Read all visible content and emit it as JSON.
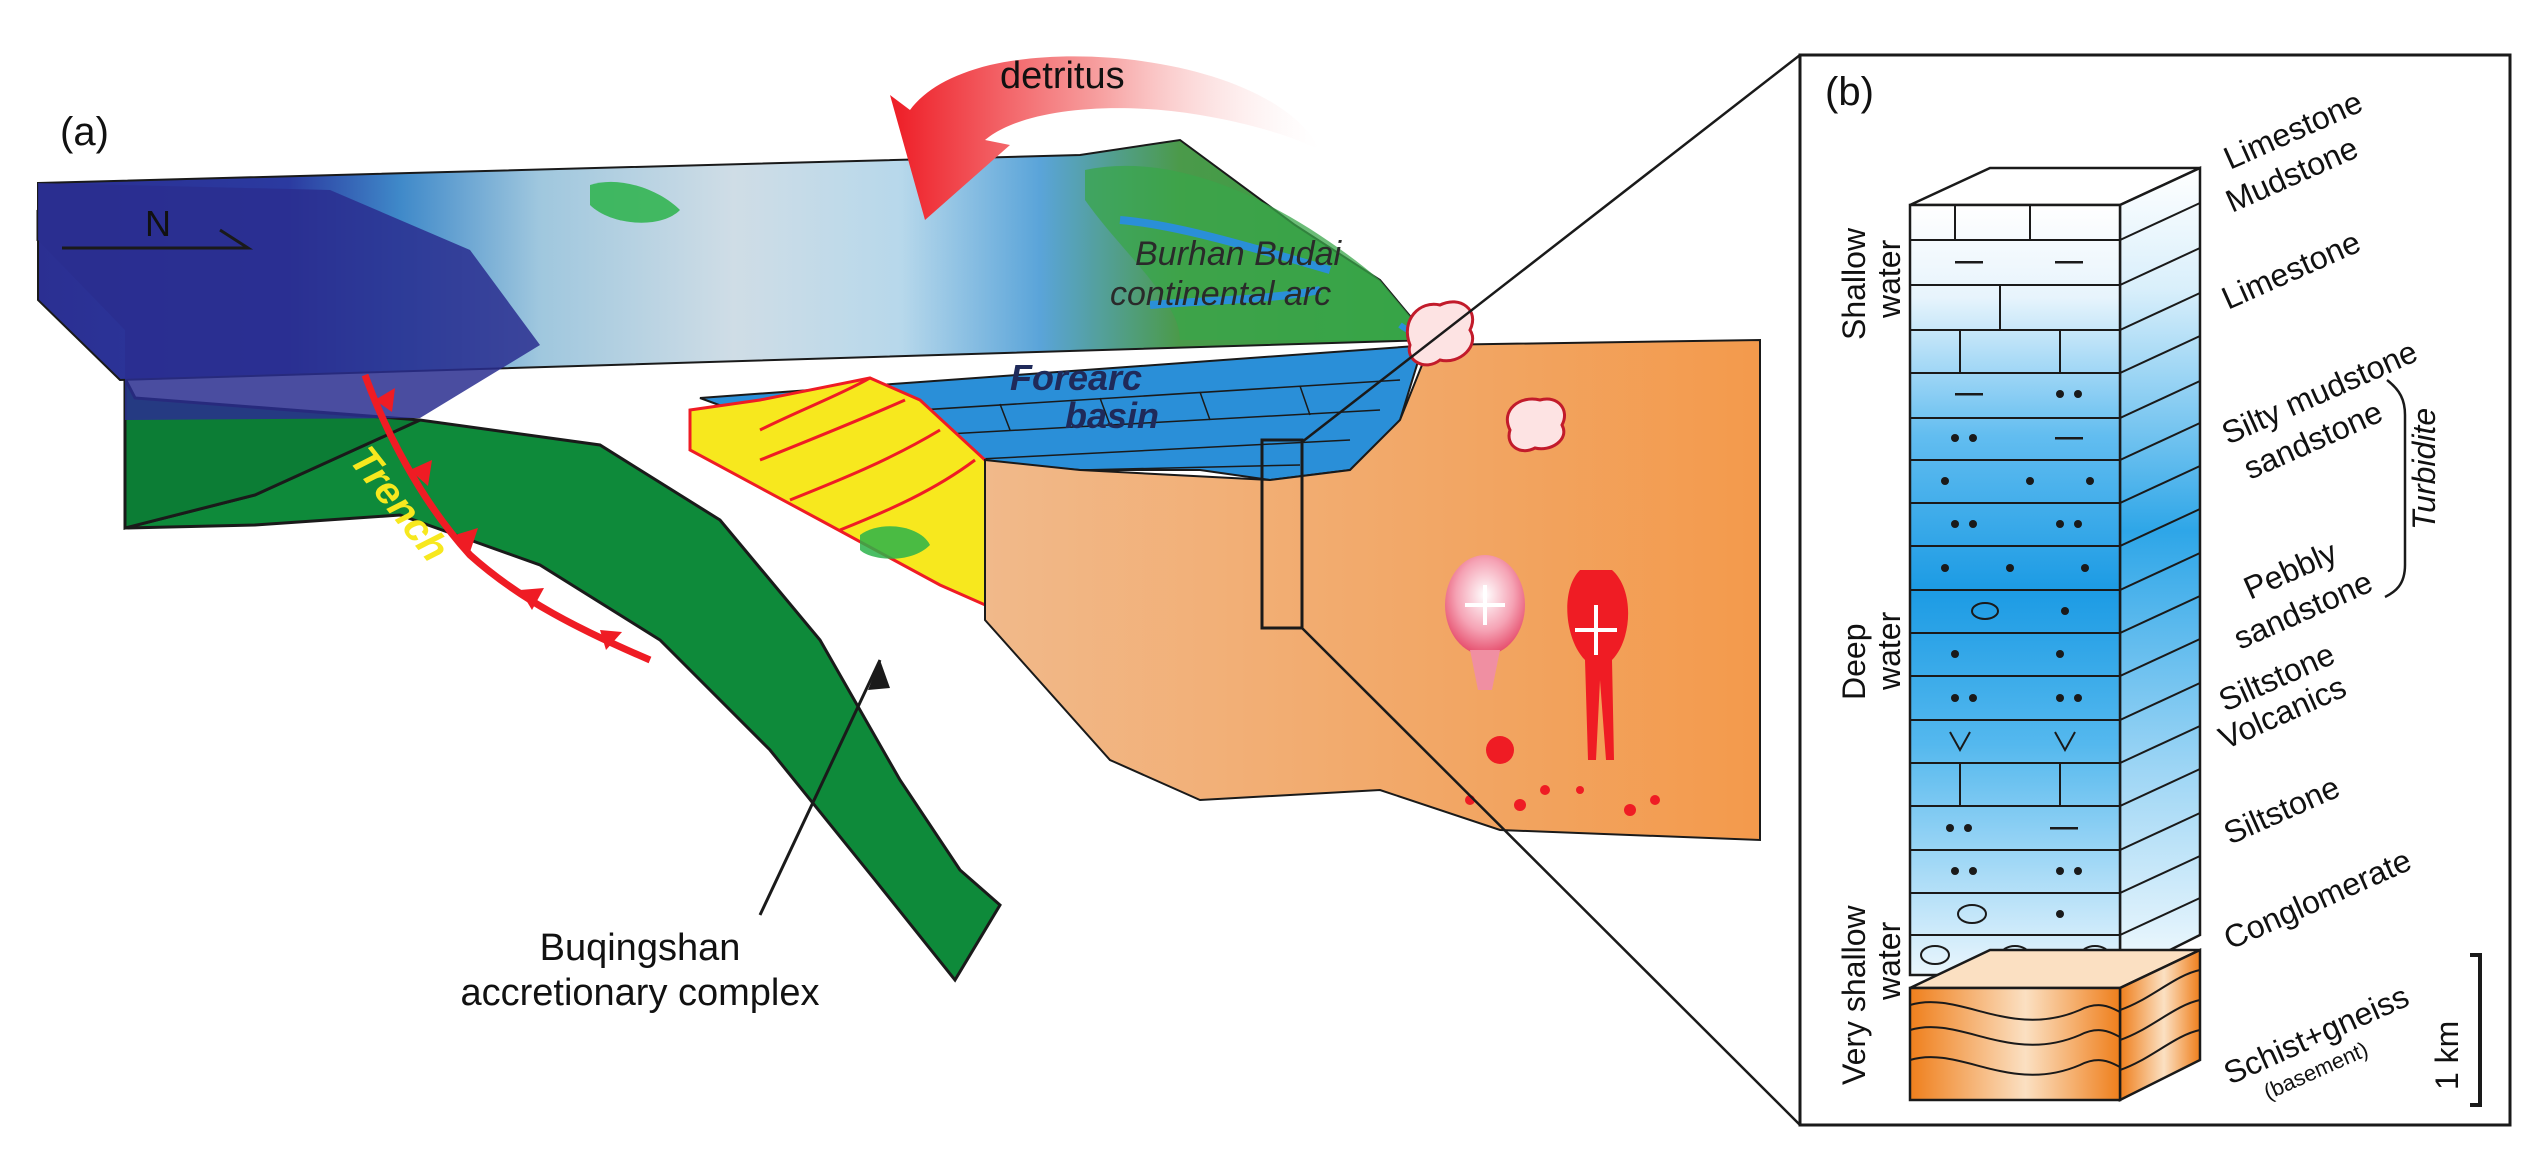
{
  "panel_a": {
    "panel_label": "(a)",
    "north_label": "N",
    "detritus_label": "detritus",
    "trench_label": "Trench",
    "forearc_label_line1": "Forearc",
    "forearc_label_line2": "basin",
    "arc_label_line1": "Burhan Budai",
    "arc_label_line2": "continental arc",
    "complex_label_line1": "Buqingshan",
    "complex_label_line2": "accretionary complex"
  },
  "panel_b": {
    "panel_label": "(b)",
    "environments": [
      {
        "line1": "Shallow",
        "line2": "water"
      },
      {
        "line1": "Deep",
        "line2": "water"
      },
      {
        "line1": "Very shallow",
        "line2": "water"
      }
    ],
    "lithologies": [
      "Limestone",
      "Mudstone",
      "Limestone",
      "Silty mudstone",
      "sandstone",
      "Pebbly",
      "sandstone",
      "Siltstone",
      "Volcanics",
      "Siltstone",
      "Conglomerate",
      "Schist+gneiss",
      "(basement)"
    ],
    "turbidite_label": "Turbidite",
    "scale_label": "1 km"
  },
  "colors": {
    "ocean_dark": "#2a2e8f",
    "slab_green": "#0e8a3a",
    "accretion_yellow": "#f7e81e",
    "basin_blue": "#2a8fd8",
    "arc_orange": "#f6a863",
    "thrust_red": "#ef1c24",
    "column_blue_top": "#e9f6fd",
    "column_blue_mid": "#1e9ee3",
    "basement_orange": "#f08a2a"
  }
}
